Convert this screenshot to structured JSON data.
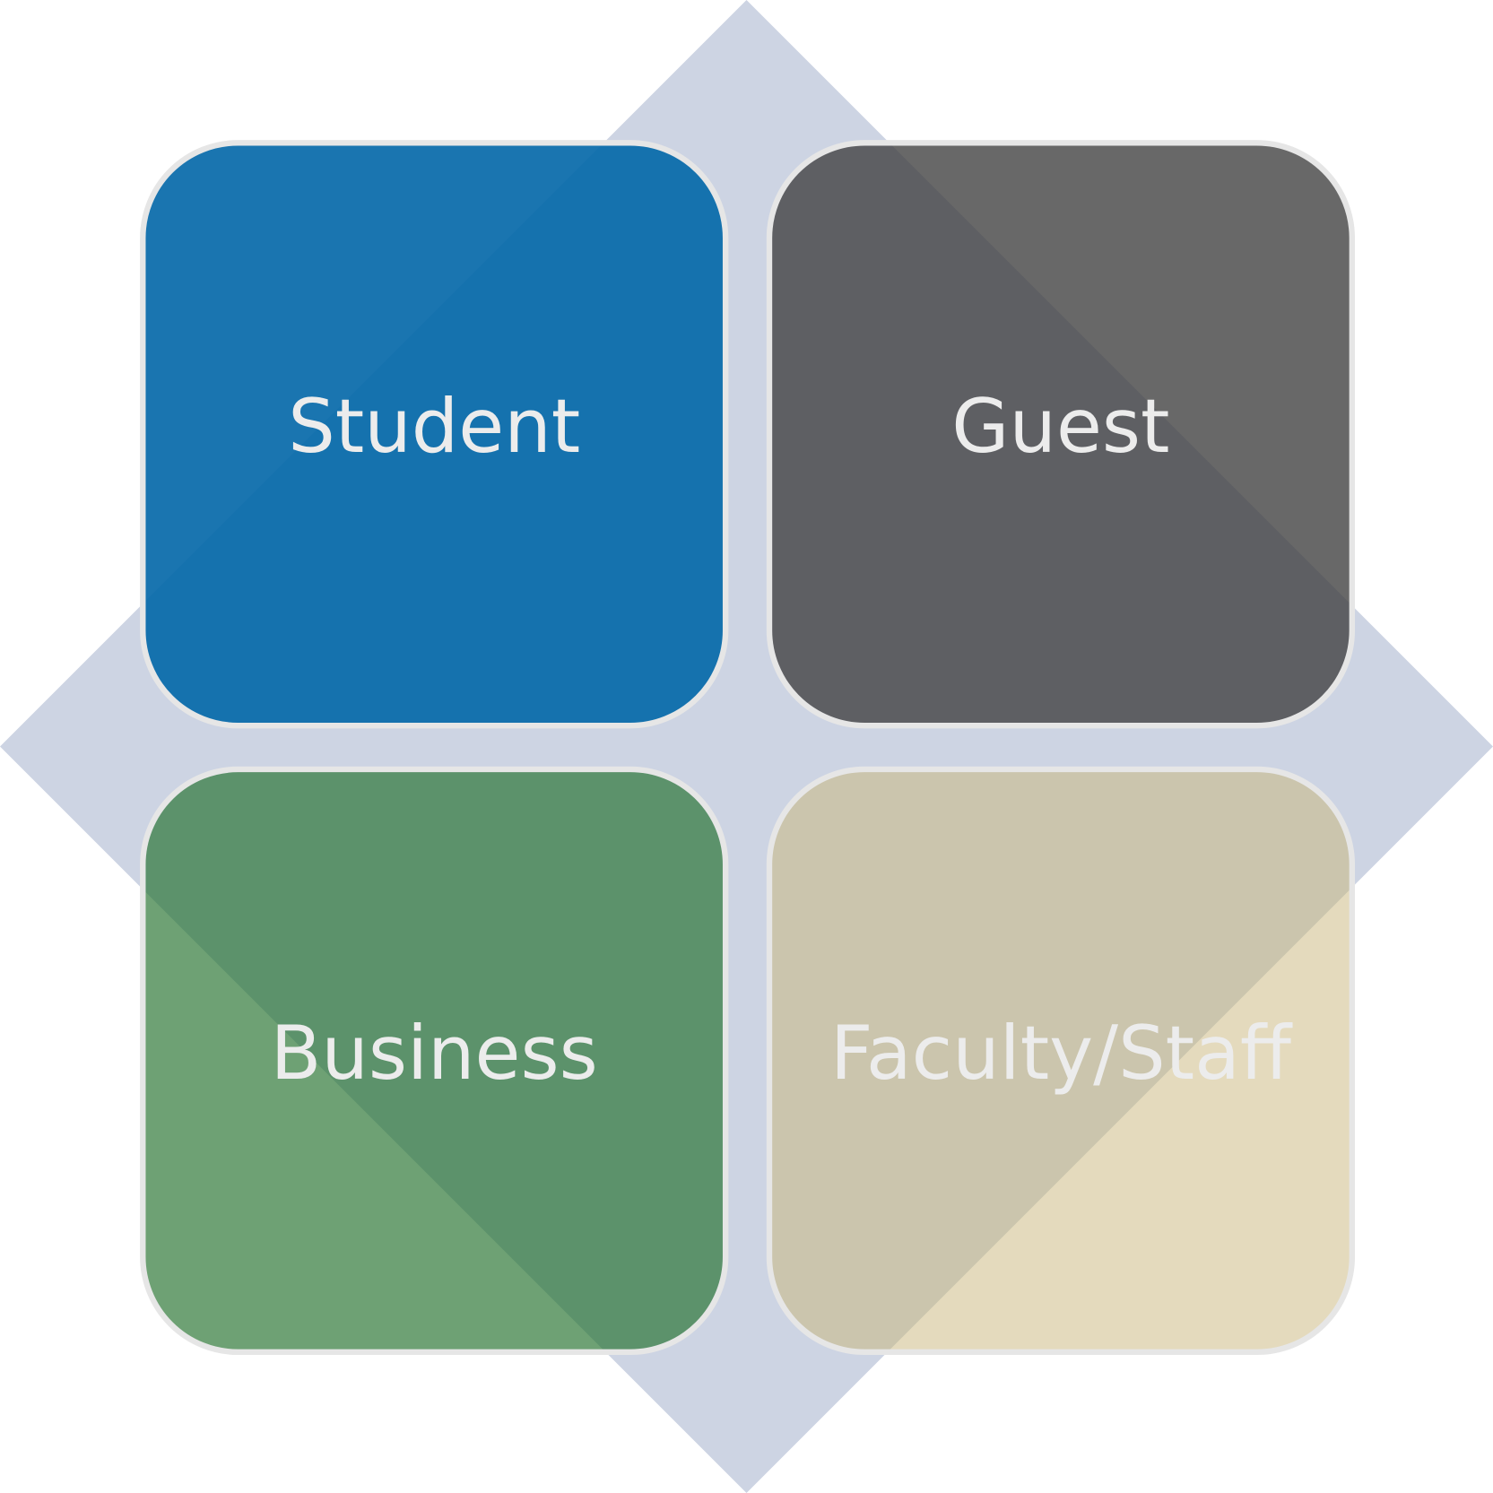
{
  "colors": {
    "background": "#ffffff",
    "diamond": "#cdd4e3",
    "border": "#e6e6e6",
    "text": "#ececec"
  },
  "quadrants": [
    {
      "label": "Student",
      "outer_color": "#1a75b0",
      "inner_color": "#1572ae"
    },
    {
      "label": "Guest",
      "outer_color": "#686868",
      "inner_color": "#5e5f63"
    },
    {
      "label": "Business",
      "outer_color": "#6ea174",
      "inner_color": "#5c926b"
    },
    {
      "label": "Faculty/Staff",
      "outer_color": "#e4dabd",
      "inner_color": "#cbc5ad"
    }
  ]
}
